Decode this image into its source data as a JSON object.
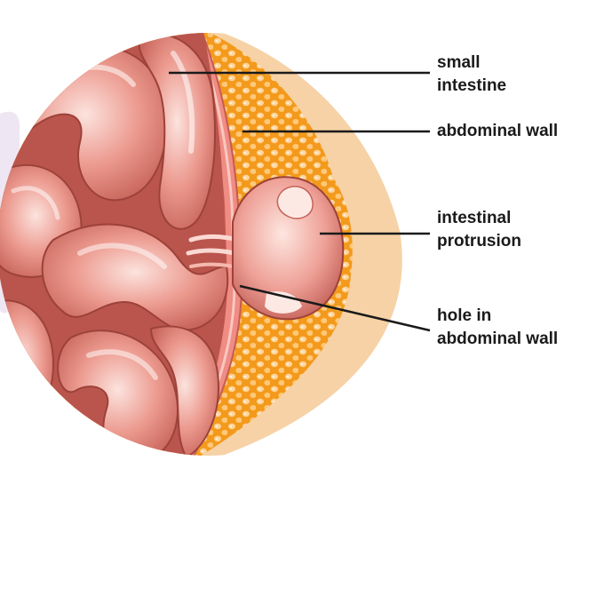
{
  "labels": {
    "small_intestine": "small\nintestine",
    "abdominal_wall": "abdominal wall",
    "intestinal_protrusion": "intestinal\nprotrusion",
    "hole_in_abdominal_wall": "hole in\nabdominal wall"
  },
  "colors": {
    "intestine": "#e0857a",
    "intestine_dark": "#a3463e",
    "intestine_highlight": "#fbd9d3",
    "fat_layer": "#f39a1c",
    "fat_globule": "#ffd49a",
    "skin": "#f6d2a6",
    "muscle": "#ef8c84",
    "leader_line": "#1a1a1a",
    "label_text": "#1a1a1a",
    "background": "#ffffff"
  }
}
